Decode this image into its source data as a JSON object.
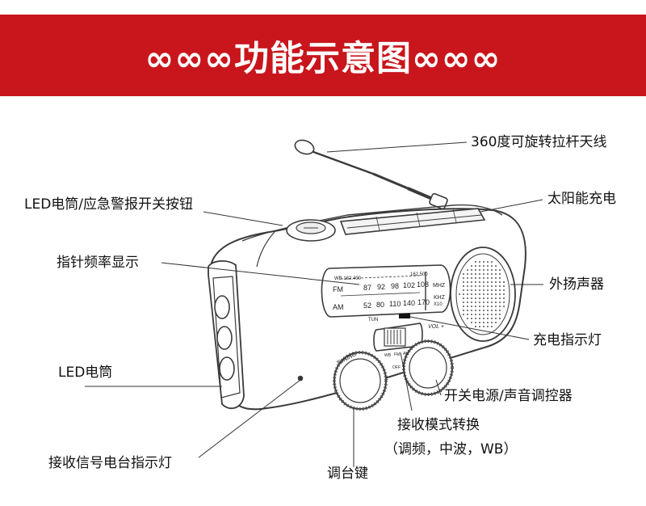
{
  "banner": {
    "title": "∞∞∞功能示意图∞∞∞",
    "color": "#c8161c"
  },
  "labels": {
    "antenna": "360度可旋转拉杆天线",
    "led_switch": "LED电筒/应急警报开关按钮",
    "solar": "太阳能充电",
    "pointer": "指针频率显示",
    "speaker": "外扬声器",
    "charge_led": "充电指示灯",
    "flashlight": "LED电筒",
    "power_volume": "开关电源/声音调控器",
    "mode_switch": "接收模式转换",
    "mode_detail": "（调频，中波，WB）",
    "signal_led": "接收信号电台指示灯",
    "tuning_knob": "调台键"
  },
  "dial": {
    "wb_left": "WB 162.400",
    "wb_right": "162.500",
    "fm_label": "FM",
    "fm_scale": [
      "87",
      "92",
      "98",
      "102",
      "108"
    ],
    "fm_unit": "MHZ",
    "am_label": "AM",
    "am_scale": [
      "52",
      "80",
      "110",
      "140",
      "170"
    ],
    "am_unit": "KHZ",
    "am_x10": "X10",
    "tun": "TUN"
  },
  "controls": {
    "tuning_text": "TUNING",
    "vol_text": "VOL +",
    "mode_positions": [
      "WB",
      "FM",
      "AM"
    ],
    "off_text": "OFF"
  }
}
